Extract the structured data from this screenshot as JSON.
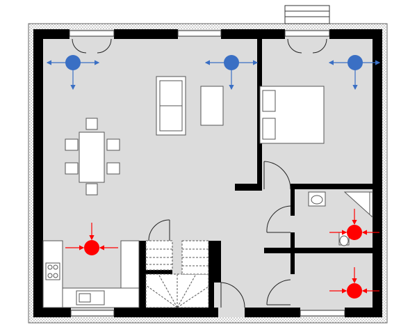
{
  "colors": {
    "wall": "#000000",
    "floor": "#dcdcdc",
    "outer_hatch": "#8c8c8c",
    "background": "#ffffff",
    "supply": "#3a6fc4",
    "extract": "#ff0000",
    "furniture_stroke": "#555555"
  },
  "legend": {
    "supply_icon": "blue-dot-with-outward-arrows",
    "extract_icon": "red-dot-with-inward-arrows"
  },
  "rooms": [
    "living-dining",
    "bedroom",
    "kitchen",
    "staircase",
    "hall",
    "bathroom",
    "wc"
  ],
  "vents": {
    "supply_count": 3,
    "extract_count": 3
  }
}
